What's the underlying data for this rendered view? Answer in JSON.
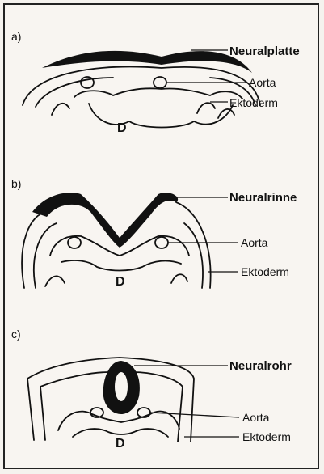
{
  "panels": [
    {
      "letter": "a)",
      "bold_label": "Neuralplatte",
      "labels": [
        "Aorta",
        "Ektoderm"
      ],
      "center": "D"
    },
    {
      "letter": "b)",
      "bold_label": "Neuralrinne",
      "labels": [
        "Aorta",
        "Ektoderm"
      ],
      "center": "D"
    },
    {
      "letter": "c)",
      "bold_label": "Neuralrohr",
      "labels": [
        "Aorta",
        "Ektoderm"
      ],
      "center": "D"
    }
  ]
}
